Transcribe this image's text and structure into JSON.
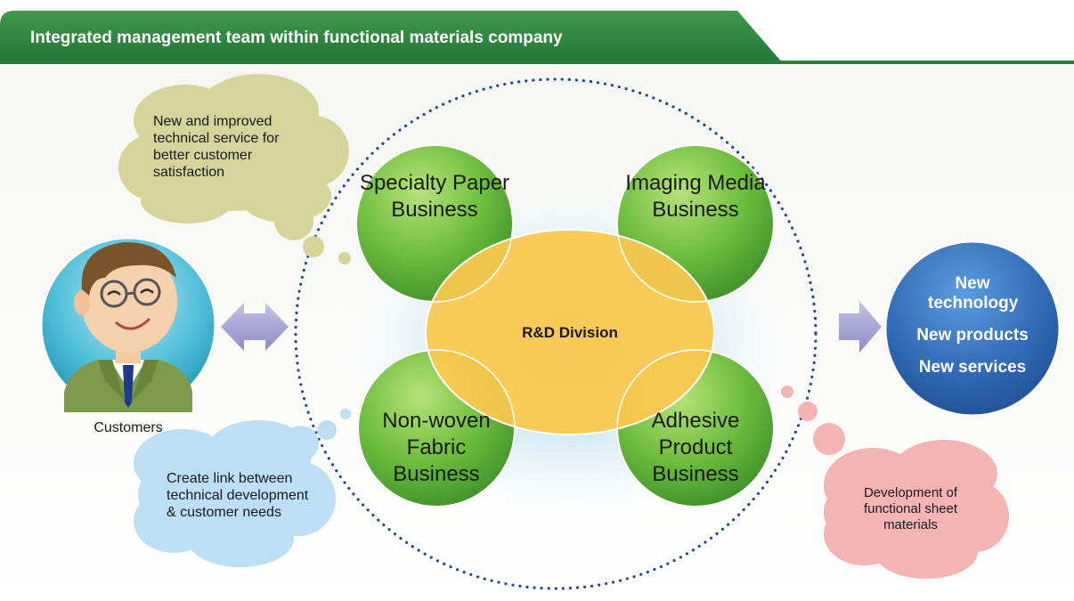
{
  "header": {
    "title": "Integrated management team within functional materials company"
  },
  "businesses": {
    "specialty_paper": "Specialty Paper Business",
    "imaging_media": "Imaging Media Business",
    "nonwoven_fabric": "Non-woven Fabric Business",
    "adhesive_product": "Adhesive Product Business"
  },
  "center": {
    "label": "R&D Division"
  },
  "customers": {
    "label": "Customers"
  },
  "clouds": {
    "top_left": "New and improved technical service for better customer satisfaction",
    "bottom_left": "Create link between technical development & customer needs",
    "bottom_right": "Development of functional sheet materials"
  },
  "outcomes": {
    "line1": "New technology",
    "line2": "New products",
    "line3": "New services"
  },
  "colors": {
    "header_green": "#2f8a3a",
    "business_green": "#5fb53a",
    "center_yellow": "#fbc84d",
    "outcome_blue": "#2f68b3",
    "arrow_lavender": "#a9a6d6",
    "cloud_olive": "#d6d49b",
    "cloud_blue": "#bcdff5",
    "cloud_pink": "#f4b4b4",
    "dotted_circle": "#1e4a8e"
  }
}
